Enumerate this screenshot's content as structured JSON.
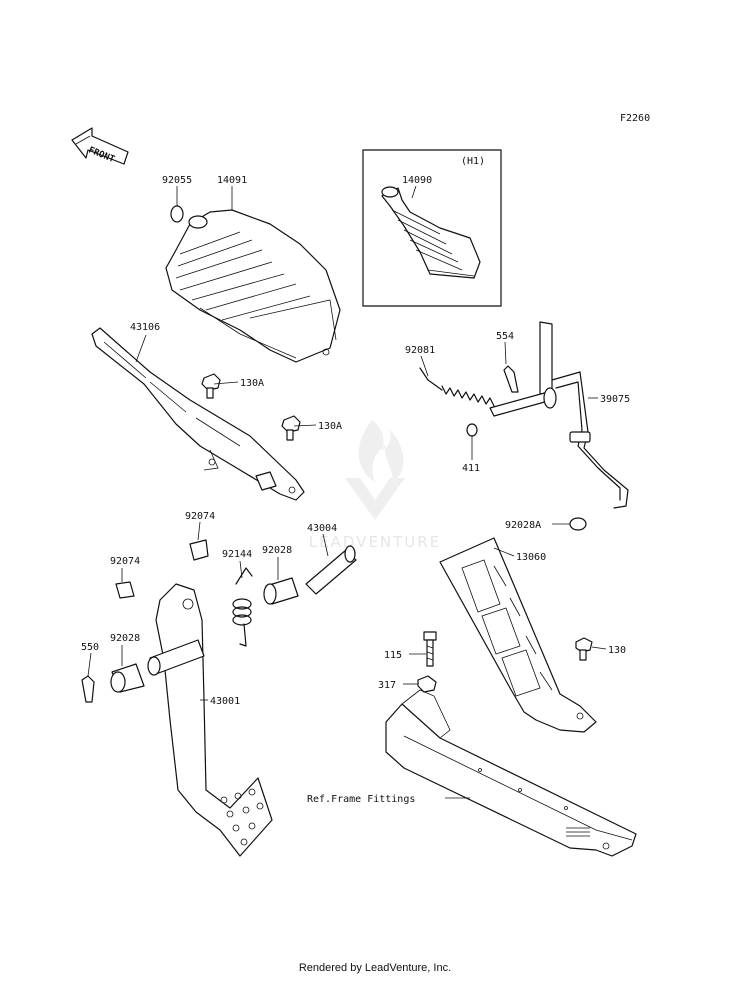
{
  "diagram_code": "F2260",
  "variant_label": "(H1)",
  "front_label": "FRONT",
  "footer": "Rendered by LeadVenture, Inc.",
  "watermark_text": "LEADVENTURE",
  "parts": [
    {
      "id": "92055"
    },
    {
      "id": "14091"
    },
    {
      "id": "14090"
    },
    {
      "id": "43106"
    },
    {
      "id": "130A"
    },
    {
      "id": "130A"
    },
    {
      "id": "92081"
    },
    {
      "id": "554"
    },
    {
      "id": "39075"
    },
    {
      "id": "411"
    },
    {
      "id": "92074"
    },
    {
      "id": "43004"
    },
    {
      "id": "92144"
    },
    {
      "id": "92028"
    },
    {
      "id": "92074"
    },
    {
      "id": "92028"
    },
    {
      "id": "550"
    },
    {
      "id": "43001"
    },
    {
      "id": "92028A"
    },
    {
      "id": "13060"
    },
    {
      "id": "115"
    },
    {
      "id": "317"
    },
    {
      "id": "130"
    },
    {
      "id": "Ref.Frame Fittings"
    }
  ],
  "colors": {
    "line": "#111111",
    "watermark": "#e6e6e6"
  }
}
